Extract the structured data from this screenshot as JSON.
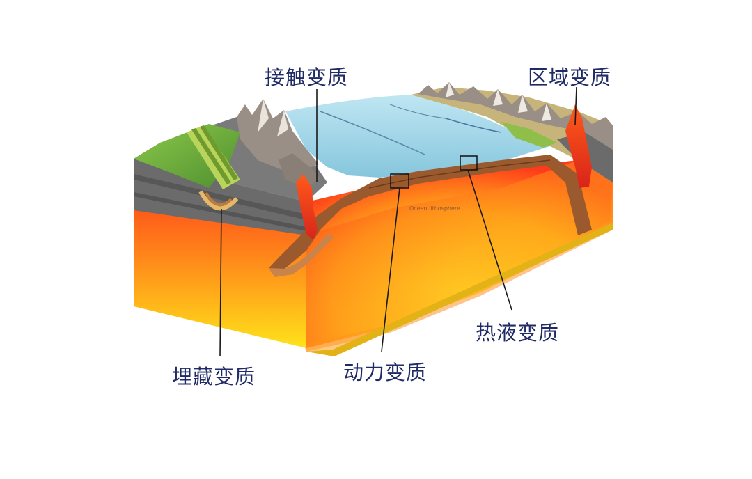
{
  "labels": {
    "contact_metamorphism": "接触变质",
    "regional_metamorphism": "区域变质",
    "hydrothermal_metamorphism": "热液变质",
    "burial_metamorphism": "埋藏变质",
    "dynamic_metamorphism": "动力变质"
  },
  "inset_text": "Ocean lithosphere",
  "colors": {
    "label_text": "#1f2a66",
    "ocean": "#9fd3e6",
    "mantle_hot": "#ff3b1a",
    "mantle_warm": "#ffd21a",
    "slab": "#9b5a2e",
    "crust": "#6b6b6b",
    "vegetation": "#6fae3a"
  }
}
